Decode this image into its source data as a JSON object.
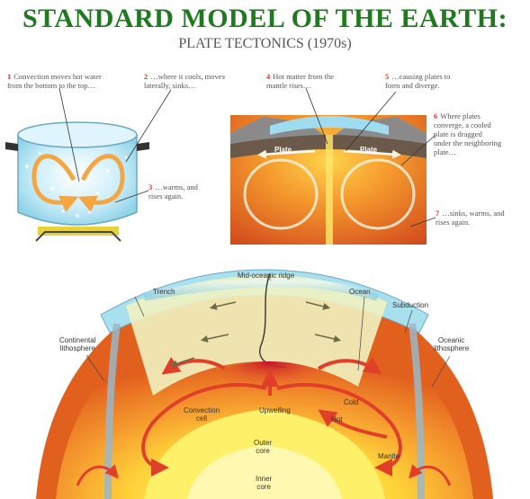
{
  "header": {
    "title": "STANDARD MODEL OF THE EARTH:",
    "subtitle": "PLATE  TECTONICS (1970s)"
  },
  "pot_panel": {
    "step1": {
      "num": "1",
      "text": "Convection moves hot water\nfrom the bottom to the top…"
    },
    "step2": {
      "num": "2",
      "text": "…where it cools, moves\nlaterally, sinks…"
    },
    "step3": {
      "num": "3",
      "text": "…warms, and\nrises again."
    }
  },
  "mantle_panel": {
    "step4": {
      "num": "4",
      "text": "Hot matter from the\nmantle rises…"
    },
    "step5": {
      "num": "5",
      "text": "…causing plates to\nform and diverge."
    },
    "step6": {
      "num": "6",
      "text": "Where plates\nconverge, a cooled\nplate is dragged\nunder the neighboring\nplate…"
    },
    "step7": {
      "num": "7",
      "text": "…sinks, warms, and\nrises again."
    },
    "plate_left": "Plate",
    "plate_right": "Plate"
  },
  "earth_panel": {
    "mid_oceanic_ridge": "Mid-oceanic ridge",
    "trench": "Trench",
    "ocean": "Ocean",
    "subduction": "Subduction",
    "continental_lithosphere": "Continental\nlithosphere",
    "oceanic_lithosphere": "Oceanic\nlithosphere",
    "convection_cell": "Convection\ncell",
    "upwelling": "Upwelling",
    "cold": "Cold",
    "hot": "Hot",
    "mantle": "Mantle",
    "outer_core": "Outer\ncore",
    "inner_core": "Inner\ncore"
  },
  "colors": {
    "title_green": "#1f7a1f",
    "step_number_red": "#d9332a",
    "arrow_red": "#e0402a",
    "ocean_blue": "#8fd3e8",
    "core_yellow": "#ffe84a",
    "mantle_orange": "#f07a2a"
  }
}
